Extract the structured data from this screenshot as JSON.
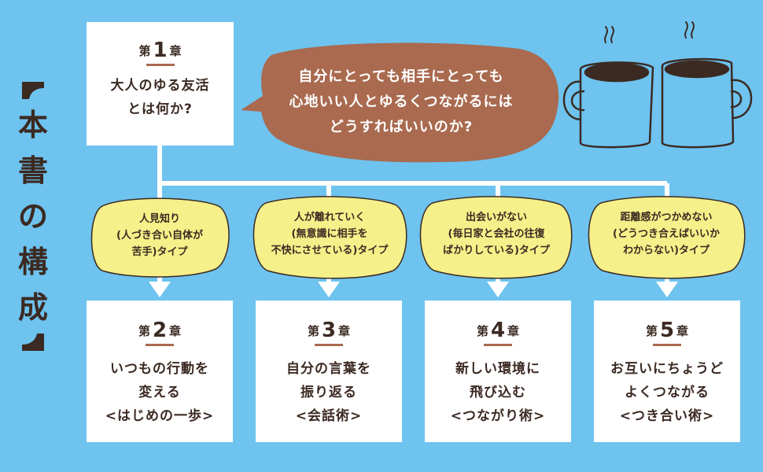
{
  "side_title": {
    "open_bracket": "【",
    "chars": [
      "本",
      "書",
      "の",
      "構",
      "成"
    ],
    "close_bracket": "】"
  },
  "chapter1": {
    "prefix": "第",
    "number": "1",
    "suffix": "章",
    "lines": [
      "大人のゆる友活",
      "とは何か?"
    ]
  },
  "question": {
    "lines": [
      "自分にとっても相手にとっても",
      "心地いい人とゆるくつながるには",
      "どうすればいいのか?"
    ]
  },
  "types": [
    {
      "lines": [
        "人見知り",
        "(人づき合い自体が",
        "苦手)タイプ"
      ]
    },
    {
      "lines": [
        "人が離れていく",
        "(無意識に相手を",
        "不快にさせている)タイプ"
      ]
    },
    {
      "lines": [
        "出会いがない",
        "(毎日家と会社の往復",
        "ばかりしている)タイプ"
      ]
    },
    {
      "lines": [
        "距離感がつかめない",
        "(どうつき合えばいいか",
        "わからない)タイプ"
      ]
    }
  ],
  "chapters": [
    {
      "prefix": "第",
      "number": "2",
      "suffix": "章",
      "lines": [
        "いつもの行動を",
        "変える",
        "<はじめの一歩>"
      ]
    },
    {
      "prefix": "第",
      "number": "3",
      "suffix": "章",
      "lines": [
        "自分の言葉を",
        "振り返る",
        "<会話術>"
      ]
    },
    {
      "prefix": "第",
      "number": "4",
      "suffix": "章",
      "lines": [
        "新しい環境に",
        "飛び込む",
        "<つながり術>"
      ]
    },
    {
      "prefix": "第",
      "number": "5",
      "suffix": "章",
      "lines": [
        "お互いにちょうど",
        "よくつながる",
        "<つき合い術>"
      ]
    }
  ],
  "colors": {
    "background": "#6ec3ef",
    "box": "#ffffff",
    "text": "#3b2a22",
    "accent_brown": "#a96a4f",
    "type_blob": "#f6f08a",
    "bubble": "#a96a4f"
  },
  "illustration": {
    "icon": "coffee-mugs-icon"
  }
}
